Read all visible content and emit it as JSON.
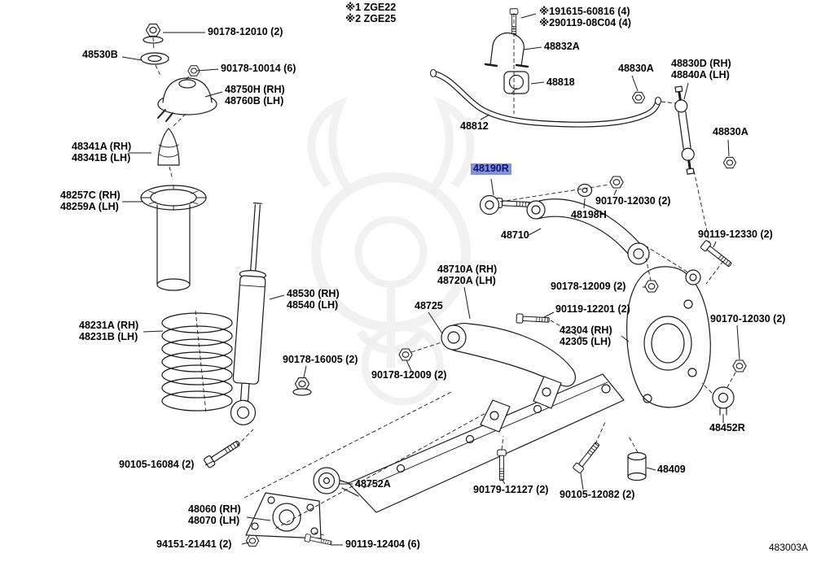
{
  "colors": {
    "highlight_bg": "#8294d7",
    "highlight_text": "#0d1278",
    "line_color": "#1a1a1a"
  },
  "notes": {
    "variant_1": "※1 ZGE22",
    "variant_2": "※2 ZGE25",
    "hardware_1": "※191615-60816 (4)",
    "hardware_2": "※290119-08C04 (4)"
  },
  "diagram_code": "483003A",
  "labels": {
    "p90178_12010": "90178-12010 (2)",
    "p48530b": "48530B",
    "p90178_10014": "90178-10014 (6)",
    "p48750h": "48750H (RH)",
    "p48760b": "48760B (LH)",
    "p48341a": "48341A (RH)",
    "p48341b": "48341B (LH)",
    "p48257c": "48257C (RH)",
    "p48259a": "48259A (LH)",
    "p48530": "48530 (RH)",
    "p48540": "48540 (LH)",
    "p48231a": "48231A (RH)",
    "p48231b": "48231B (LH)",
    "p90178_16005": "90178-16005 (2)",
    "p90105_16084": "90105-16084 (2)",
    "p48752a": "48752A",
    "p48060": "48060 (RH)",
    "p48070": "48070 (LH)",
    "p94151_21441": "94151-21441 (2)",
    "p90119_12404": "90119-12404 (6)",
    "p48832a": "48832A",
    "p48818": "48818",
    "p48812": "48812",
    "p48830a_top": "48830A",
    "p48830d": "48830D (RH)",
    "p48840a": "48840A (LH)",
    "p48830a_right": "48830A",
    "p48190r": "48190R",
    "p90170_12030_c": "90170-12030 (2)",
    "p48198h": "48198H",
    "p48710": "48710",
    "p90119_12330": "90119-12330 (2)",
    "p48710a": "48710A (RH)",
    "p48720a": "48720A (LH)",
    "p90178_12009_r": "90178-12009 (2)",
    "p48725": "48725",
    "p90119_12201": "90119-12201 (2)",
    "p42304": "42304 (RH)",
    "p42305": "42305 (LH)",
    "p90170_12030_r": "90170-12030 (2)",
    "p90178_12009_l": "90178-12009 (2)",
    "p48452r": "48452R",
    "p90179_12127": "90179-12127 (2)",
    "p90105_12082": "90105-12082 (2)",
    "p48409": "48409"
  }
}
